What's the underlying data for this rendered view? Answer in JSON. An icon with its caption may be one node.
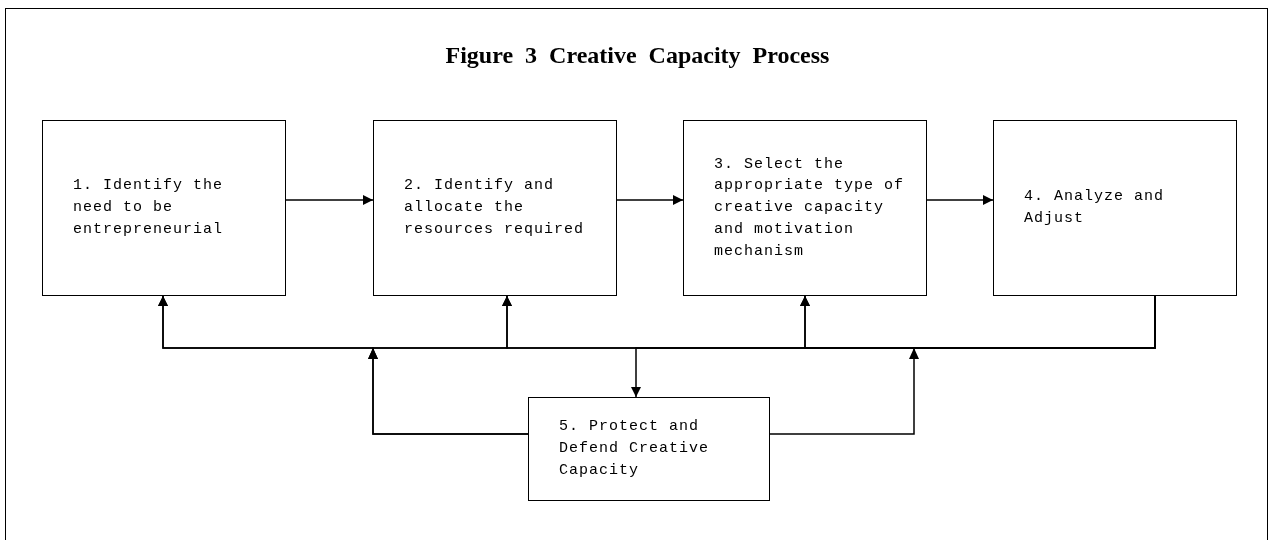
{
  "diagram": {
    "title": "Figure 3 Creative Capacity Process",
    "nodes": [
      {
        "text": [
          "1. Identify the need to be entrepreneurial"
        ]
      },
      {
        "text": [
          "2. Identify and allocate the resources required"
        ]
      },
      {
        "text": [
          "3. Select the appropriate type of creative capacity and motivation mechanism"
        ]
      },
      {
        "text": [
          "4. Analyze and Adjust"
        ]
      },
      {
        "text": [
          "5. Protect and Defend Creative Capacity"
        ]
      }
    ],
    "edges": [
      {
        "from": 0,
        "to": 1,
        "arrow": "to"
      },
      {
        "from": 1,
        "to": 2,
        "arrow": "to"
      },
      {
        "from": 2,
        "to": 3,
        "arrow": "to"
      },
      {
        "from": 3,
        "to": 0,
        "arrow": "to"
      },
      {
        "from": 3,
        "to": 1,
        "arrow": "to"
      },
      {
        "from": 3,
        "to": 2,
        "arrow": "to"
      },
      {
        "from": 3,
        "to": 4,
        "arrow": "to"
      },
      {
        "from": 4,
        "to": 0,
        "arrow": "to"
      },
      {
        "from": 4,
        "to": 1,
        "arrow": "to"
      },
      {
        "from": 4,
        "to": 2,
        "arrow": "to"
      }
    ]
  }
}
